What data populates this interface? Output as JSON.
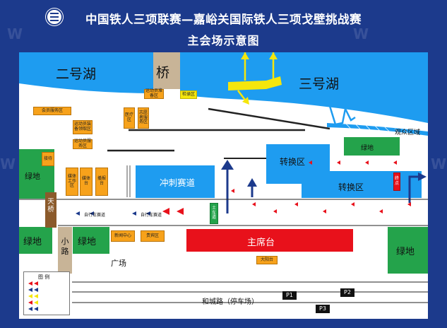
{
  "title_line1": "中国铁人三项联赛—嘉峪关国际铁人三项戈壁挑战赛",
  "title_line2": "主会场示意图",
  "colors": {
    "bg": "#1c3a8c",
    "lake": "#1e9cf0",
    "green": "#24a34b",
    "red": "#e8111b",
    "orange": "#f7a21b",
    "brown": "#8b5a2b",
    "yellow": "#f5e60c"
  },
  "lakes": {
    "left": "二号湖",
    "right": "三号湖"
  },
  "bridge": "桥",
  "sprint": "冲刺赛道",
  "transition1": "转换区",
  "transition2": "转换区",
  "spectators": "观众区域",
  "grass": {
    "left_top": "绿地",
    "right_top": "绿地",
    "bottom_left1": "绿地",
    "bottom_left2": "绿地",
    "bottom_right": "绿地"
  },
  "footbridge": "天桥",
  "lane": "小路",
  "main_stand": "主席台",
  "square": "广场",
  "road": "和城路（停车场）",
  "parking": [
    "P1",
    "P2",
    "P3"
  ],
  "bike_lanes": [
    "自行车赛道",
    "自行车赛道"
  ],
  "boxes": {
    "athlete_prep": "运动员准备区",
    "inspection": "检录区",
    "member_service": "会员服务区",
    "athlete_equip": "运动员装备领取区",
    "athlete_service": "运动员服务区",
    "medical": "医疗区",
    "volunteer": "志愿者服务区",
    "media_work": "媒体工作区",
    "media_booth": "媒体台",
    "broadcast": "播报台",
    "reception": "接待",
    "news_center": "新闻中心",
    "vip": "贵宾区",
    "sun_stage": "大阳台",
    "bike_green": "土车道",
    "finish_red": "终点"
  },
  "legend": {
    "title": "图 例"
  }
}
